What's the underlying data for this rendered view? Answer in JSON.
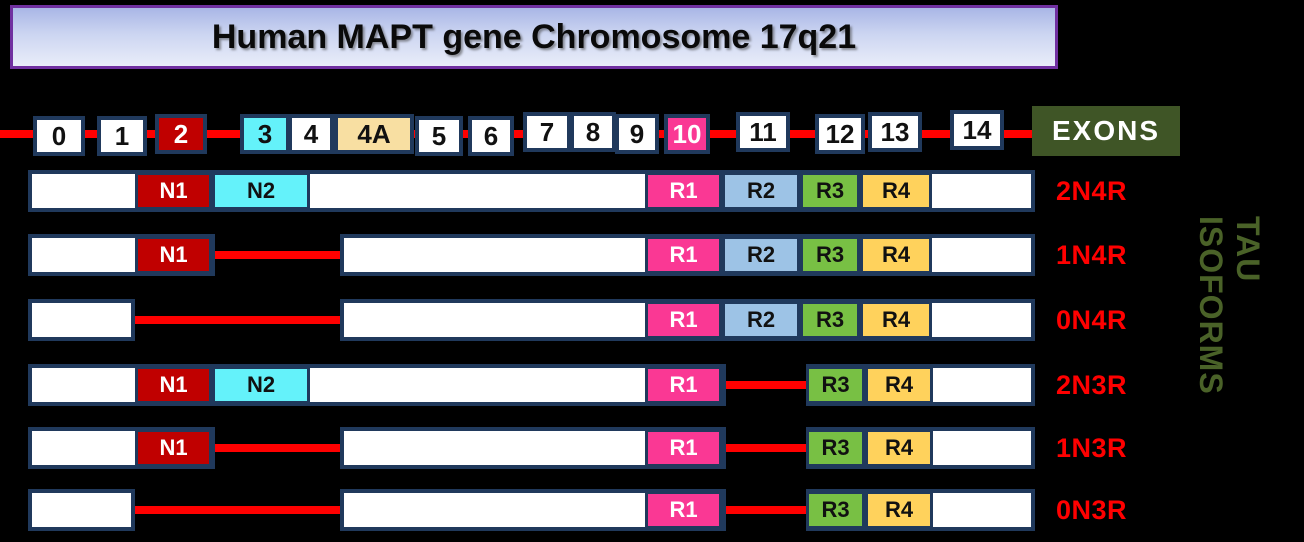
{
  "title": "Human MAPT gene Chromosome 17q21",
  "exons_header": "EXONS",
  "tau_axis_label": "TAU ISOFORMS",
  "exons": [
    {
      "label": "0",
      "color": "white"
    },
    {
      "label": "1",
      "color": "white"
    },
    {
      "label": "2",
      "color": "darkred"
    },
    {
      "label": "3",
      "color": "cyan"
    },
    {
      "label": "4",
      "color": "white"
    },
    {
      "label": "4A",
      "color": "wheat"
    },
    {
      "label": "5",
      "color": "white"
    },
    {
      "label": "6",
      "color": "white"
    },
    {
      "label": "7",
      "color": "white"
    },
    {
      "label": "8",
      "color": "white"
    },
    {
      "label": "9",
      "color": "white"
    },
    {
      "label": "10",
      "color": "pink"
    },
    {
      "label": "11",
      "color": "white"
    },
    {
      "label": "12",
      "color": "white"
    },
    {
      "label": "13",
      "color": "white"
    },
    {
      "label": "14",
      "color": "white"
    }
  ],
  "segment_colors": {
    "N1": "darkred",
    "N2": "cyan",
    "R1": "pink",
    "R2": "blue",
    "R3": "green",
    "R4": "yellow"
  },
  "isoforms": [
    {
      "name": "2N4R",
      "segments": [
        "N1",
        "N2",
        "R1",
        "R2",
        "R3",
        "R4"
      ]
    },
    {
      "name": "1N4R",
      "segments": [
        "N1",
        "R1",
        "R2",
        "R3",
        "R4"
      ]
    },
    {
      "name": "0N4R",
      "segments": [
        "R1",
        "R2",
        "R3",
        "R4"
      ]
    },
    {
      "name": "2N3R",
      "segments": [
        "N1",
        "N2",
        "R1",
        "R3",
        "R4"
      ]
    },
    {
      "name": "1N3R",
      "segments": [
        "N1",
        "R1",
        "R3",
        "R4"
      ]
    },
    {
      "name": "0N3R",
      "segments": [
        "R1",
        "R3",
        "R4"
      ]
    }
  ],
  "colors": {
    "background": "#000000",
    "navy_border": "#20395C",
    "red_line": "#FF0000",
    "white": "#FFFFFF",
    "darkred": "#C00000",
    "cyan": "#64F2FA",
    "pink": "#FA3894",
    "blue": "#9DC3E6",
    "green": "#78C044",
    "yellow": "#FFD25C",
    "wheat": "#F8DFA2",
    "olive_box": "#3F5526",
    "tau_text": "#4A6228",
    "isoform_label": "#FF0000",
    "title_border": "#7030A0"
  }
}
